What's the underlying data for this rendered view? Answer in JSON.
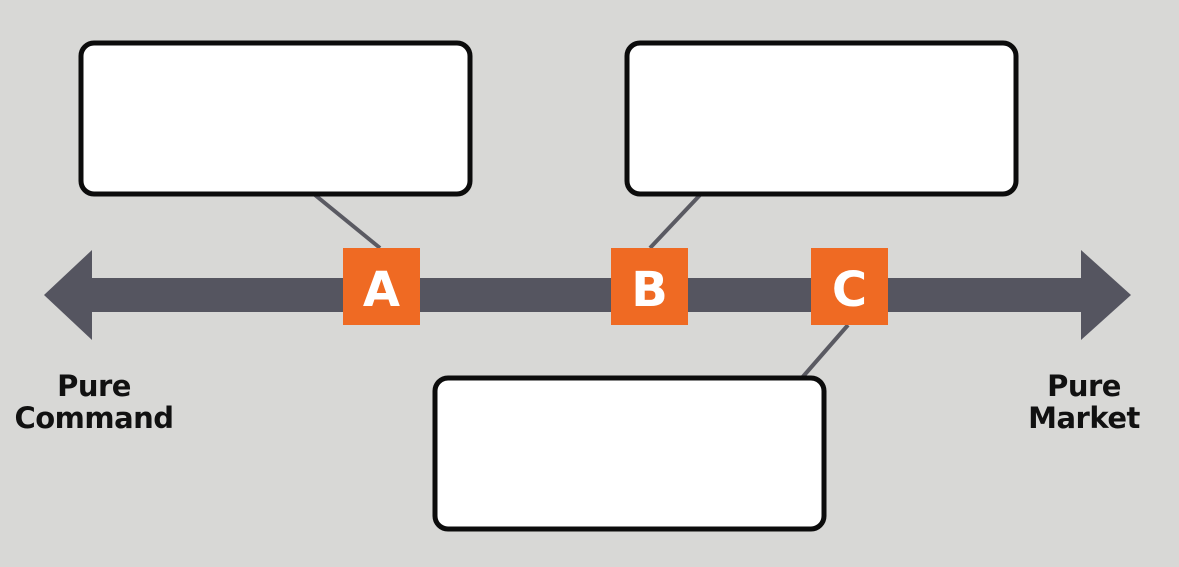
{
  "colors": {
    "background": "#d8d8d6",
    "axis": "#555560",
    "marker": "#ef6a23",
    "marker_text": "#ffffff",
    "box_fill": "#ffffff",
    "box_border": "#0c0c0c",
    "connector": "#5a5a62"
  },
  "axis": {
    "left_label_line1": "Pure",
    "left_label_line2": "Command",
    "right_label_line1": "Pure",
    "right_label_line2": "Market"
  },
  "markers": [
    {
      "letter": "A"
    },
    {
      "letter": "B"
    },
    {
      "letter": "C"
    }
  ],
  "boxes": [
    {
      "text": ""
    },
    {
      "text": ""
    },
    {
      "text": ""
    }
  ]
}
